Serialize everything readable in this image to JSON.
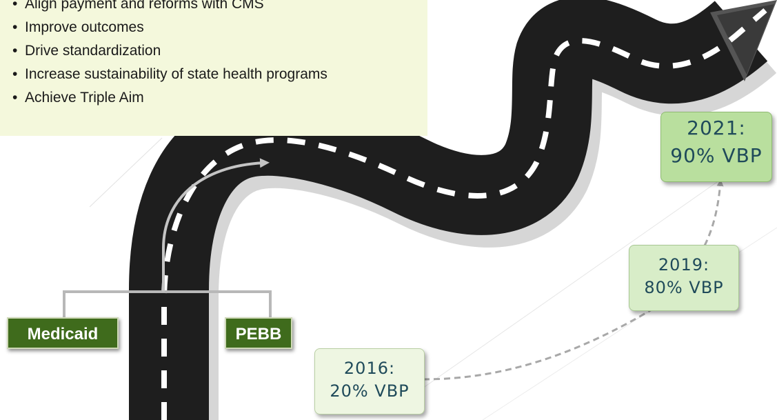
{
  "goals": {
    "items": [
      "Align payment and reforms with CMS",
      "Improve outcomes",
      "Drive standardization",
      "Increase sustainability of state health programs",
      "Achieve Triple Aim"
    ]
  },
  "payers": {
    "medicaid": "Medicaid",
    "pebb": "PEBB"
  },
  "milestones": {
    "m2016": {
      "year": "2016:",
      "target": "20% VBP"
    },
    "m2019": {
      "year": "2019:",
      "target": "80% VBP"
    },
    "m2021": {
      "year": "2021:",
      "target": "90% VBP"
    }
  },
  "colors": {
    "road": "#1e1e1e",
    "road_dash": "#ffffff",
    "goals_background": "#f4f8dc",
    "payer_label": "#3f6b1c",
    "milestone_text": "#1f4a5a",
    "connector": "#9a9a9a"
  }
}
